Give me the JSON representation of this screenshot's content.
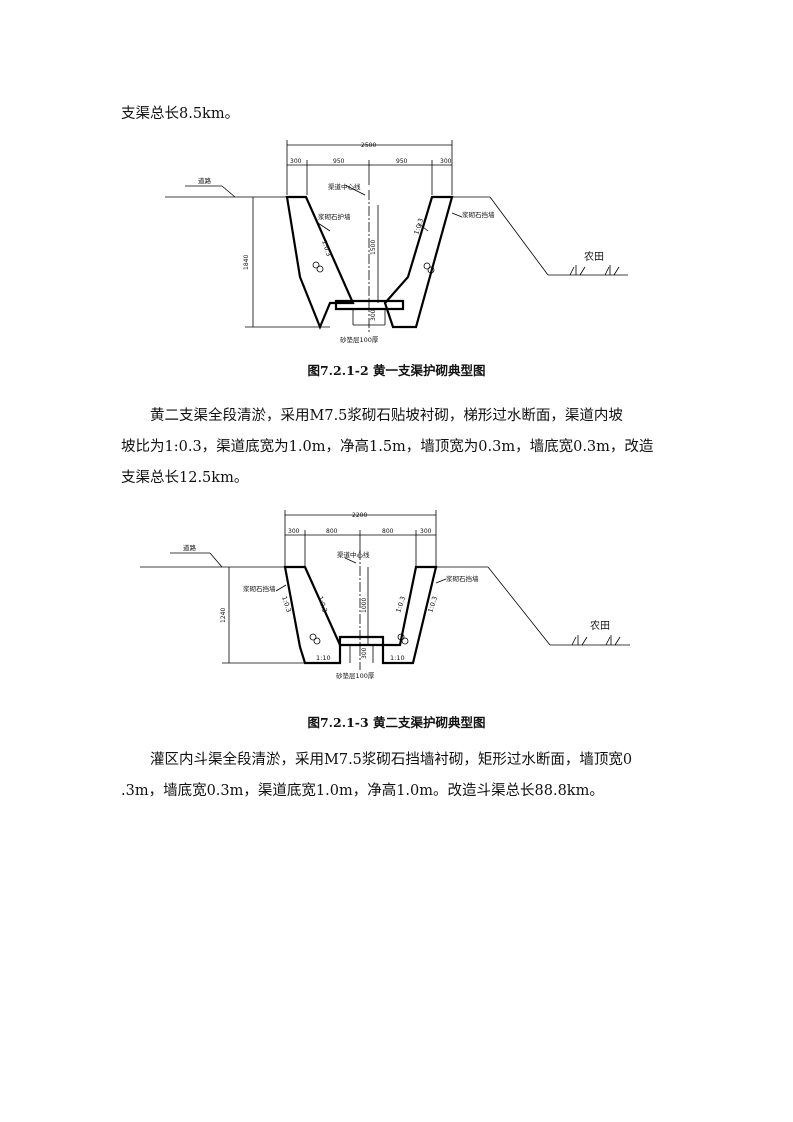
{
  "para0": {
    "line1": "支渠总长8.5km。"
  },
  "figure1": {
    "caption": "图7.2.1-2  黄一支渠护砌典型图",
    "dims": {
      "total": "2500",
      "left_top": "300",
      "left_half": "950",
      "right_half": "950",
      "right_top": "300",
      "height": "1840",
      "depth": "1500",
      "bottom_thick": "300"
    },
    "labels": {
      "road": "道路",
      "centerline": "渠道中心线",
      "left_wall": "浆砌石护墙",
      "right_wall": "浆砌石挡墙",
      "left_slope": "1:0.3",
      "right_slope": "1:0.3",
      "bed": "砂垫层100厚",
      "farmland": "农田"
    }
  },
  "para1": {
    "line1": "黄二支渠全段清淤，采用M7.5浆砌石贴坡衬砌，梯形过水断面，渠道内坡",
    "line2": "坡比为1:0.3，渠道底宽为1.0m，净高1.5m，墙顶宽为0.3m，墙底宽0.3m，改造",
    "line3": "支渠总长12.5km。"
  },
  "figure2": {
    "caption": "图7.2.1-3  黄二支渠护砌典型图",
    "dims": {
      "total": "2200",
      "left_top": "300",
      "left_half": "800",
      "right_half": "800",
      "right_top": "300",
      "height": "1240",
      "depth": "1000",
      "bottom_thick": "300"
    },
    "labels": {
      "road": "道路",
      "centerline": "渠道中心线",
      "left_wall": "浆砌石挡墙",
      "right_wall": "浆砌石挡墙",
      "left_outer_slope": "1:0.3",
      "left_inner_slope": "1:0.3",
      "right_inner_slope": "1:0.3",
      "right_outer_slope": "1:0.3",
      "left_bottom": "1:10",
      "right_bottom": "1:10",
      "bed": "砂垫层100厚",
      "farmland": "农田"
    }
  },
  "para2": {
    "line1": "灌区内斗渠全段清淤，采用M7.5浆砌石挡墙衬砌，矩形过水断面，墙顶宽0",
    "line2": ".3m，墙底宽0.3m，渠道底宽1.0m，净高1.0m。改造斗渠总长88.8km。"
  }
}
